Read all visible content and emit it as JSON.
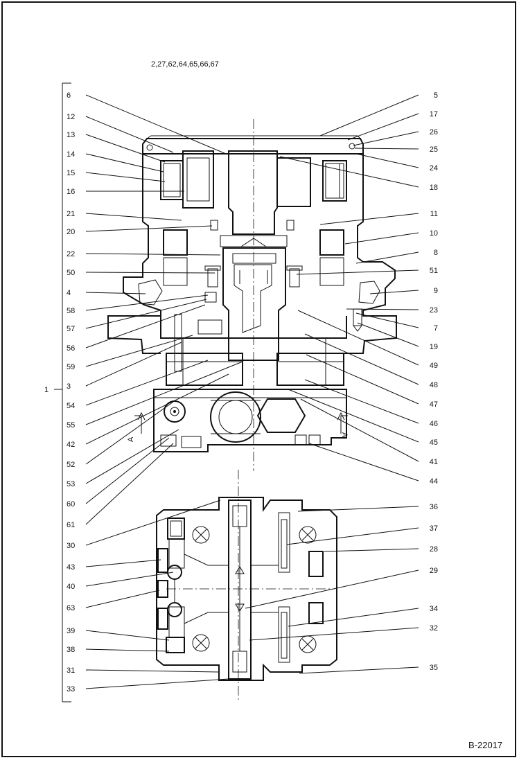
{
  "header_refs": "2,27,62,64,65,66,67",
  "assembly_ref": "1",
  "section_mark": "A",
  "figure_ref": "B-22017",
  "labels_left": [
    "6",
    "12",
    "13",
    "14",
    "15",
    "16",
    "21",
    "20",
    "22",
    "50",
    "4",
    "58",
    "57",
    "56",
    "59",
    "3",
    "54",
    "55",
    "42",
    "52",
    "53",
    "60",
    "61",
    "30",
    "43",
    "40",
    "63",
    "39",
    "38",
    "31",
    "33"
  ],
  "labels_right": [
    "5",
    "17",
    "26",
    "25",
    "24",
    "18",
    "11",
    "10",
    "8",
    "51",
    "9",
    "23",
    "7",
    "19",
    "49",
    "48",
    "47",
    "46",
    "45",
    "41",
    "44",
    "36",
    "37",
    "28",
    "29",
    "34",
    "32",
    "35"
  ]
}
